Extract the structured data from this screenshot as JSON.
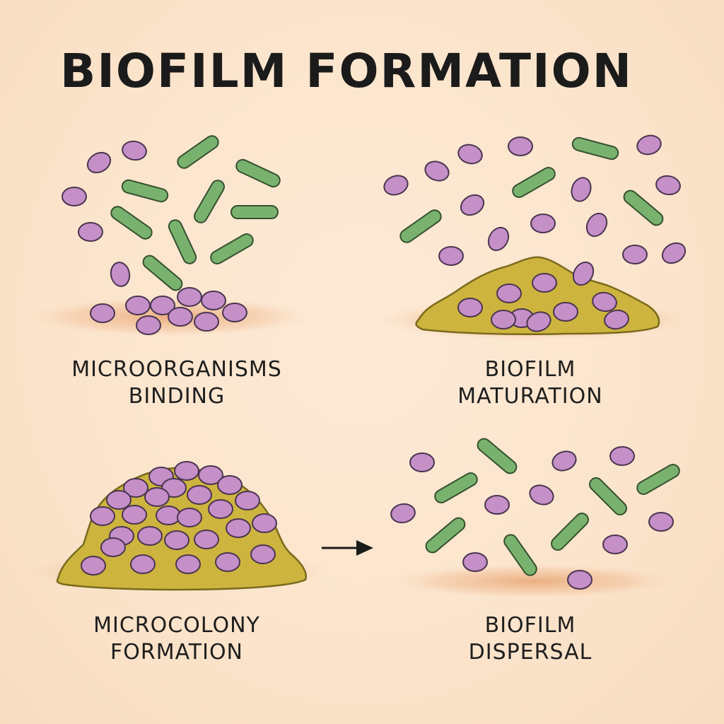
{
  "title": "BIOFILM FORMATION",
  "stages": [
    {
      "line1": "MICROORGANISMS",
      "line2": "BINDING"
    },
    {
      "line1": "BIOFILM",
      "line2": "MATURATION"
    },
    {
      "line1": "MICROCOLONY",
      "line2": "FORMATION"
    },
    {
      "line1": "BIOFILM",
      "line2": "DISPERSAL"
    }
  ],
  "colors": {
    "background": "#fbe6cf",
    "cocci_fill": "#c58fc8",
    "cocci_stroke": "#4a3550",
    "bacilli_fill": "#79b26e",
    "bacilli_stroke": "#35502f",
    "matrix_fill": "#cdb43e",
    "matrix_stroke": "#7a6a1c",
    "surface": "#e7a774"
  },
  "icons": {
    "arrow": "right-arrow-icon",
    "coccus": "coccus-cell-icon",
    "bacillus": "rod-bacterium-icon"
  }
}
